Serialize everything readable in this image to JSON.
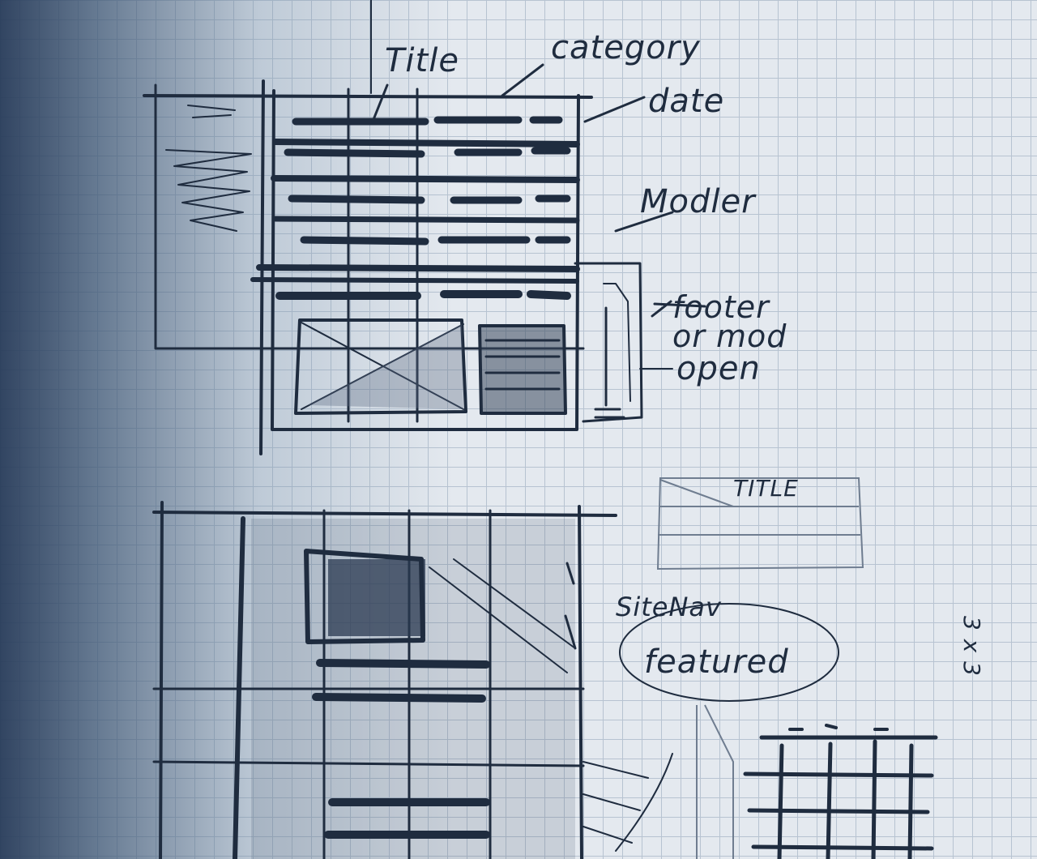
{
  "annotations": {
    "title": "Title",
    "category": "category",
    "date": "date",
    "modler": "Modler",
    "footer": "footer",
    "or_mod": "or mod",
    "open": "open",
    "sitenav": "SiteNav",
    "featured": "featured",
    "title_box": "TITLE",
    "grid_size": "3 x 3"
  },
  "colors": {
    "paper": "#e4e9ef",
    "pencil": "#1f2c3f",
    "grid": "#b7c3d1"
  }
}
